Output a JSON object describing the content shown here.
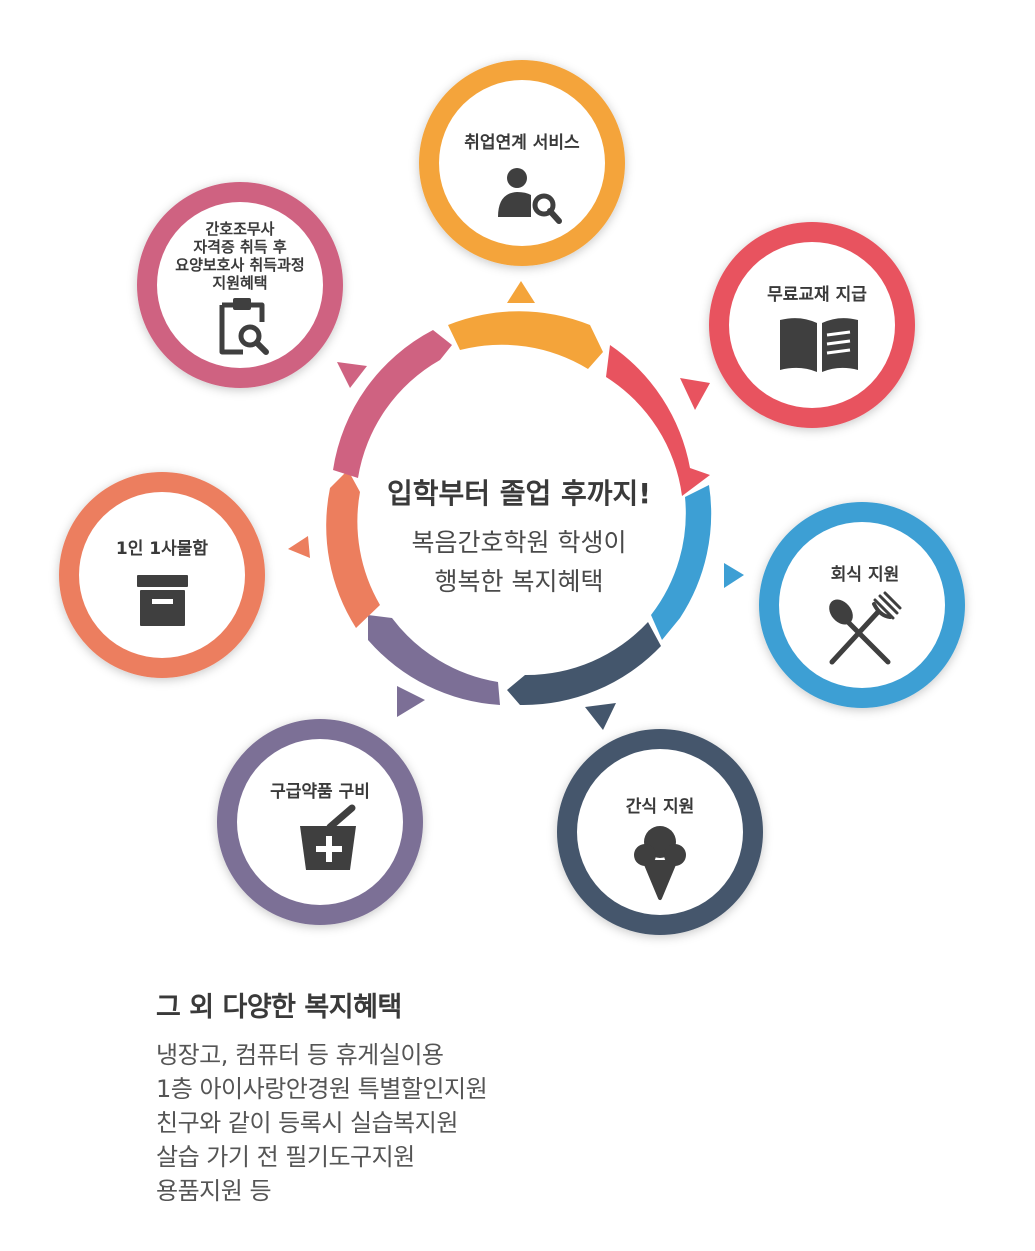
{
  "colors": {
    "orange": "#f4a43a",
    "red": "#e8535f",
    "blue": "#3d9fd4",
    "navy": "#44566c",
    "purple": "#7c6f96",
    "coral": "#ec7e5e",
    "pink": "#cf6281",
    "icon": "#3f3f3f"
  },
  "center": {
    "title": "입학부터 졸업 후까지!",
    "subtitle_line1": "복음간호학원 학생이",
    "subtitle_line2": "행복한 복지혜택"
  },
  "nodes": [
    {
      "id": "employment",
      "lines": [
        "취업연계 서비스"
      ],
      "icon": "user-search-icon",
      "color": "orange"
    },
    {
      "id": "textbook",
      "lines": [
        "무료교재 지급"
      ],
      "icon": "book-icon",
      "color": "red"
    },
    {
      "id": "dining",
      "lines": [
        "회식 지원"
      ],
      "icon": "spoon-fork-icon",
      "color": "blue"
    },
    {
      "id": "snack",
      "lines": [
        "간식 지원"
      ],
      "icon": "ice-cream-icon",
      "color": "navy"
    },
    {
      "id": "medicine",
      "lines": [
        "구급약품 구비"
      ],
      "icon": "mortar-pestle-icon",
      "color": "purple"
    },
    {
      "id": "locker",
      "lines": [
        "1인 1사물함"
      ],
      "icon": "storage-box-icon",
      "color": "coral"
    },
    {
      "id": "certification",
      "lines": [
        "간호조무사",
        "자격증 취득 후",
        "요양보호사 취득과정",
        "지원혜택"
      ],
      "icon": "clipboard-search-icon",
      "color": "pink"
    }
  ],
  "extra": {
    "title": "그 외 다양한 복지혜택",
    "items": [
      "냉장고, 컴퓨터 등 휴게실이용",
      "1층 아이사랑안경원 특별할인지원",
      "친구와 같이 등록시 실습복지원",
      "살습 가기 전 필기도구지원",
      "용품지원 등"
    ]
  }
}
